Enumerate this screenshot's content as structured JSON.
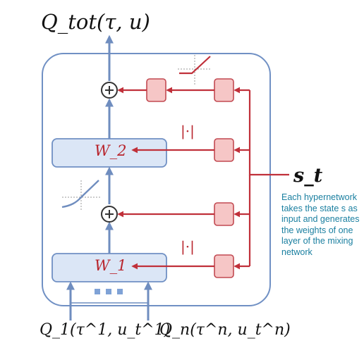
{
  "output_label": "Q_tot(τ, u)",
  "state_label": "s_t",
  "mixing_weights": [
    {
      "name": "W_2"
    },
    {
      "name": "W_1"
    }
  ],
  "abs_label": "|·|",
  "agent_inputs": [
    {
      "label": "Q_1(τ^1, u_t^1)"
    },
    {
      "label": "Q_n(τ^n, u_t^n)"
    }
  ],
  "note": "Each hypernetwork takes the state s as input and generates the weights of one layer of the mixing network",
  "colors": {
    "blue_line": "#6f8dbf",
    "red_line": "#c0303a",
    "box_fill": "#dbe6f6",
    "box_stroke": "#7090c4",
    "hyper_fill": "#f6c6c6",
    "hyper_stroke": "#c24a52",
    "note_text": "#1a7fa0"
  }
}
